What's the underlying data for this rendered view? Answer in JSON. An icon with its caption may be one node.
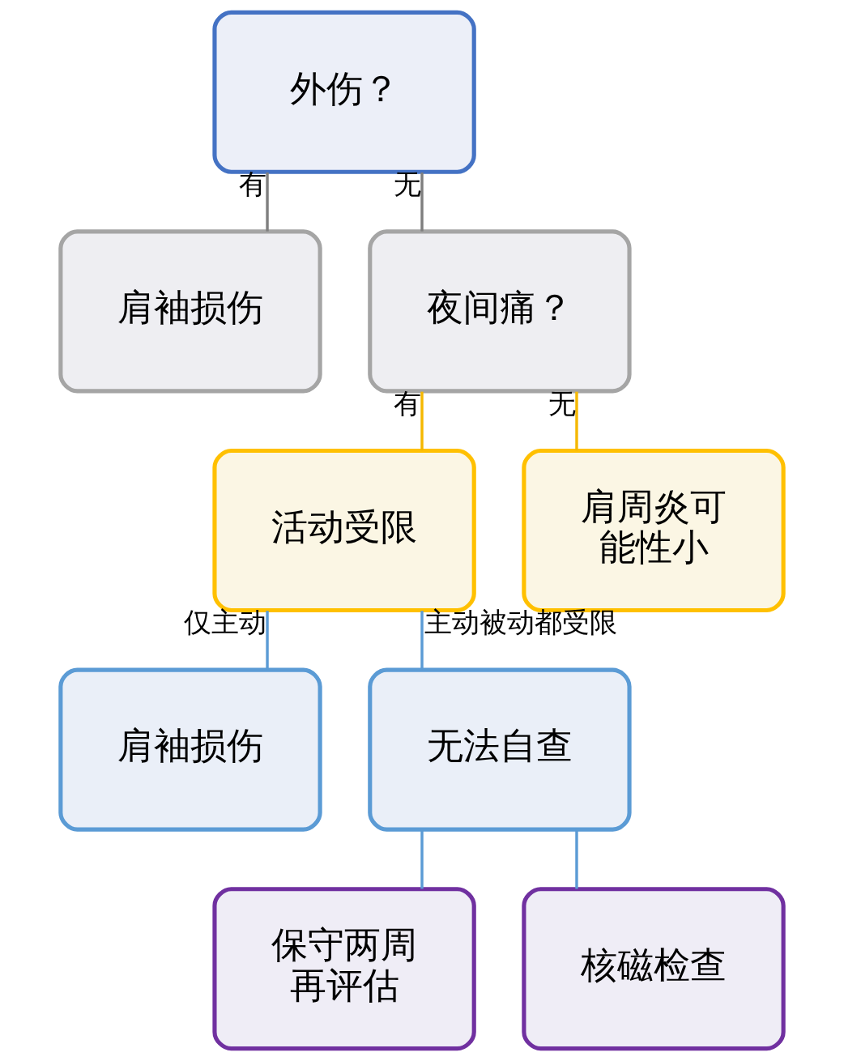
{
  "diagram": {
    "nodes": [
      {
        "text": [
          "外伤？"
        ]
      },
      {
        "text": [
          "肩袖损伤"
        ]
      },
      {
        "text": [
          "夜间痛？"
        ]
      },
      {
        "text": [
          "活动受限"
        ]
      },
      {
        "text": [
          "肩周炎可能性小"
        ]
      },
      {
        "text": [
          "肩袖损伤"
        ]
      },
      {
        "text": [
          "无法自查"
        ]
      },
      {
        "text": [
          "保守两周再评估"
        ]
      },
      {
        "text": [
          "核磁检查"
        ]
      }
    ],
    "edges": [
      {
        "from": 0,
        "to": 1,
        "arrow": "none",
        "label": "有",
        "color": "#7f7f7f"
      },
      {
        "from": 0,
        "to": 2,
        "arrow": "none",
        "label": "无",
        "color": "#7f7f7f"
      },
      {
        "from": 2,
        "to": 3,
        "arrow": "none",
        "label": "有",
        "color": "#f5b800"
      },
      {
        "from": 2,
        "to": 4,
        "arrow": "none",
        "label": "无",
        "color": "#f5b800"
      },
      {
        "from": 3,
        "to": 5,
        "arrow": "none",
        "label": "仅主动"
      },
      {
        "from": 3,
        "to": 6,
        "arrow": "none",
        "label": "主动被动都受限"
      },
      {
        "from": 6,
        "to": 7,
        "arrow": "none"
      },
      {
        "from": 6,
        "to": 8,
        "arrow": "none"
      }
    ]
  }
}
